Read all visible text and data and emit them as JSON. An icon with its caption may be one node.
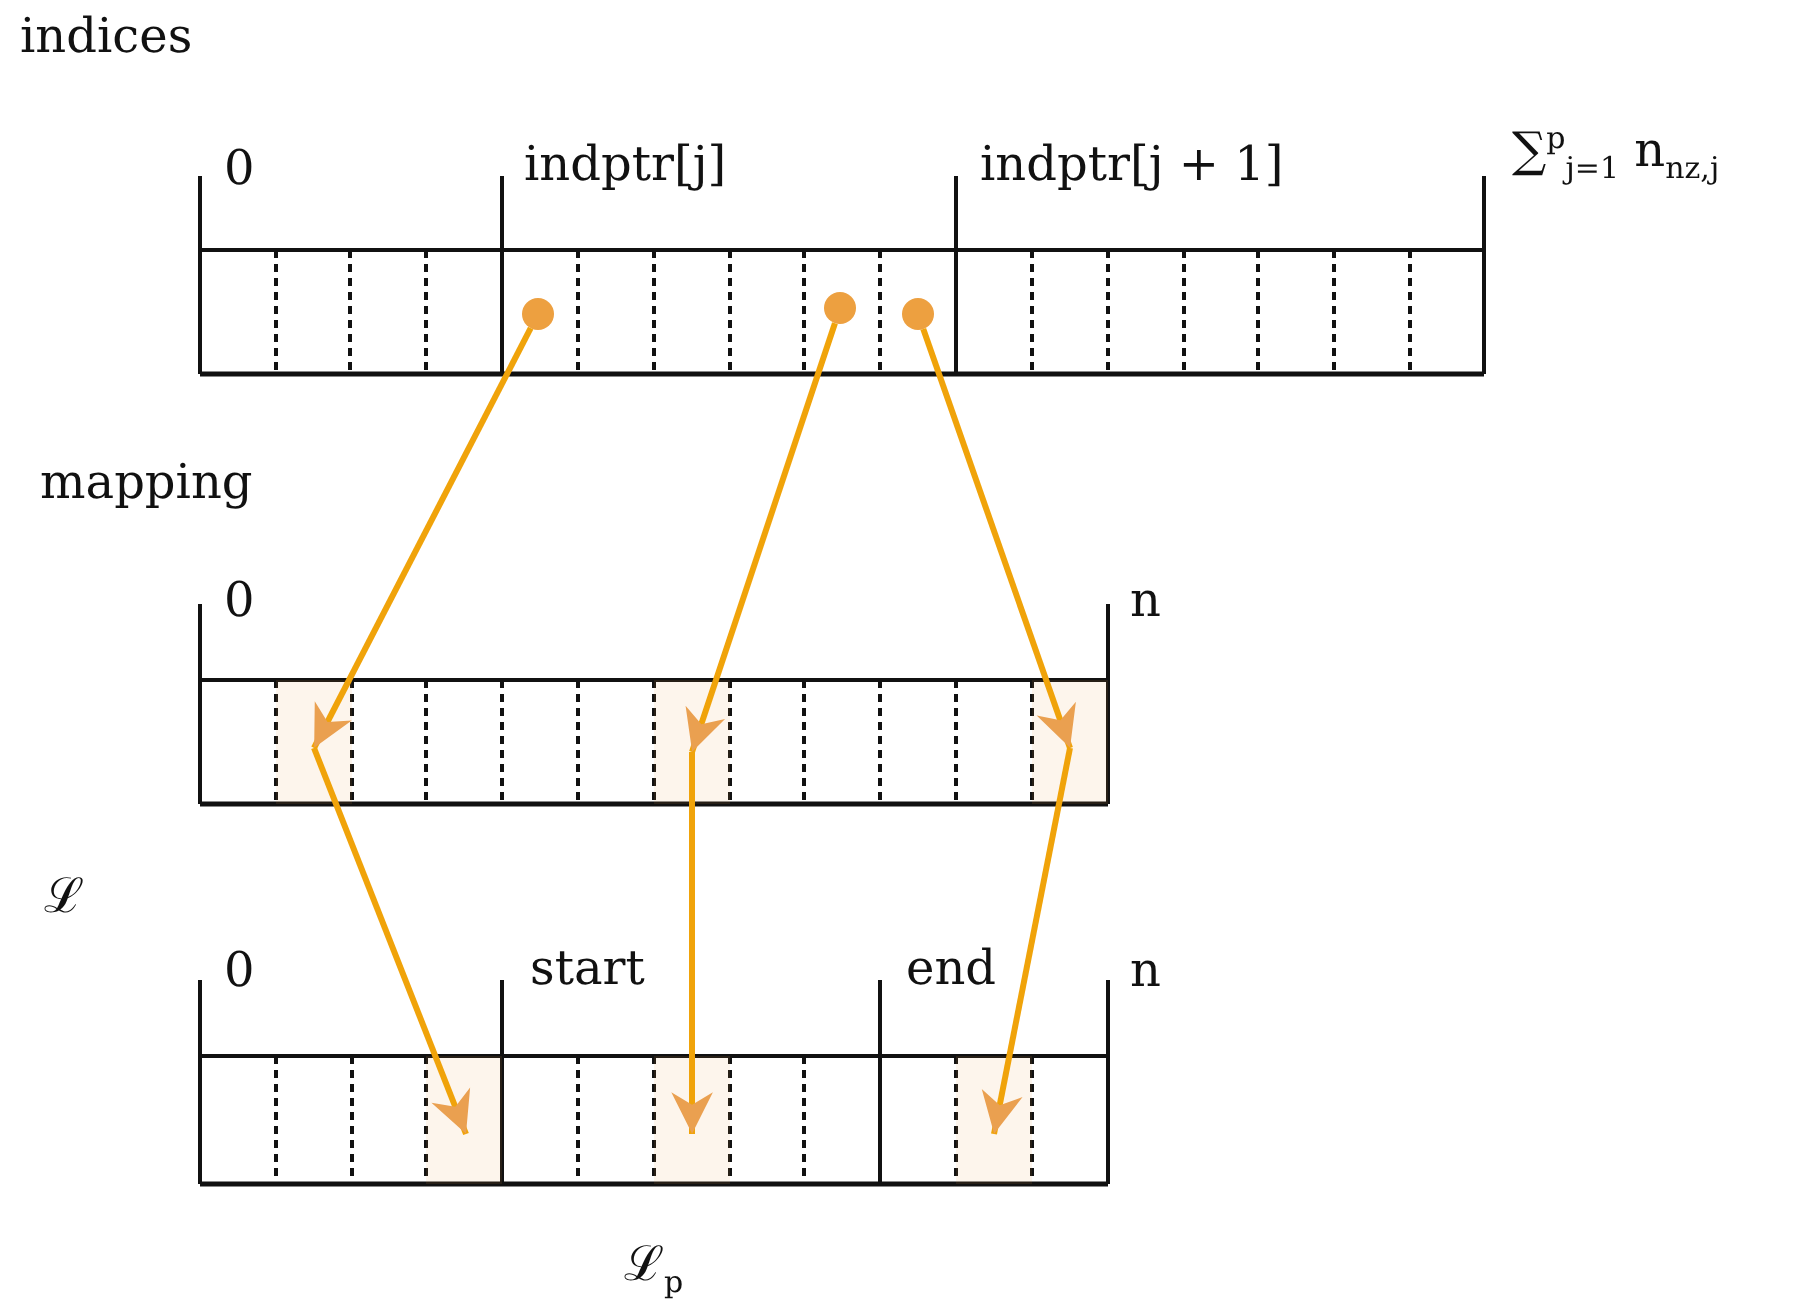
{
  "diagram": {
    "nodes": [
      {
        "text": [],
        "shape": "circle"
      },
      {
        "text": [],
        "shape": "circle"
      },
      {
        "text": [],
        "shape": "circle"
      },
      {
        "text": [],
        "shape": "box"
      },
      {
        "text": [],
        "shape": "box"
      },
      {
        "text": [],
        "shape": "box"
      },
      {
        "text": [],
        "shape": "box"
      },
      {
        "text": [],
        "shape": "box"
      },
      {
        "text": [],
        "shape": "box"
      }
    ],
    "edges": [
      {
        "from": 0,
        "to": 3,
        "arrow": "to"
      },
      {
        "from": 1,
        "to": 4,
        "arrow": "to"
      },
      {
        "from": 2,
        "to": 5,
        "arrow": "to"
      },
      {
        "from": 3,
        "to": 6,
        "arrow": "to"
      },
      {
        "from": 4,
        "to": 7,
        "arrow": "to"
      },
      {
        "from": 5,
        "to": 8,
        "arrow": "to"
      }
    ],
    "labels": [
      "indices",
      "0",
      "indptr[j]",
      "indptr[j + 1]",
      "∑$^{p}$$_{j=1}$ n$_{nz,j}$",
      "mapping",
      "0",
      "n",
      "ℒ",
      "0",
      "start",
      "end",
      "n",
      "ℒ$_{p}$"
    ]
  }
}
